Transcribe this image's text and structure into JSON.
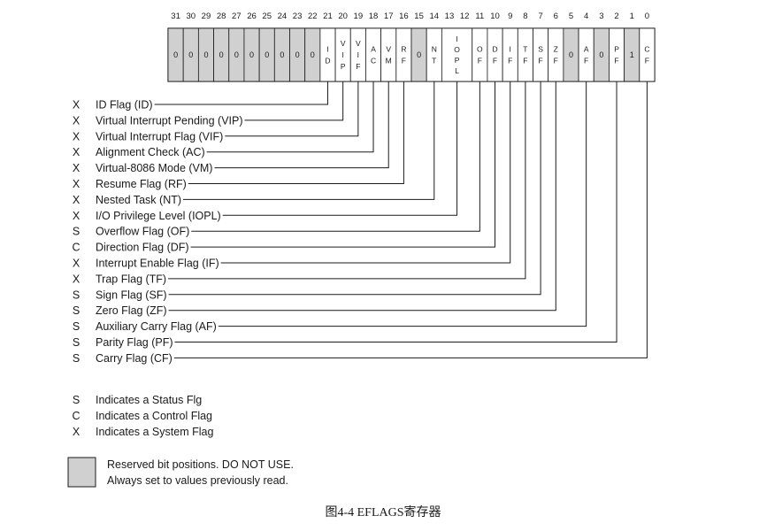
{
  "register": {
    "bit_numbers": [
      "31",
      "30",
      "29",
      "28",
      "27",
      "26",
      "25",
      "24",
      "23",
      "22",
      "21",
      "20",
      "19",
      "18",
      "17",
      "16",
      "15",
      "14",
      "13",
      "12",
      "11",
      "10",
      "9",
      "8",
      "7",
      "6",
      "5",
      "4",
      "3",
      "2",
      "1",
      "0"
    ],
    "cells": [
      {
        "bits": [
          31
        ],
        "text": [
          "0"
        ],
        "reserved": true
      },
      {
        "bits": [
          30
        ],
        "text": [
          "0"
        ],
        "reserved": true
      },
      {
        "bits": [
          29
        ],
        "text": [
          "0"
        ],
        "reserved": true
      },
      {
        "bits": [
          28
        ],
        "text": [
          "0"
        ],
        "reserved": true
      },
      {
        "bits": [
          27
        ],
        "text": [
          "0"
        ],
        "reserved": true
      },
      {
        "bits": [
          26
        ],
        "text": [
          "0"
        ],
        "reserved": true
      },
      {
        "bits": [
          25
        ],
        "text": [
          "0"
        ],
        "reserved": true
      },
      {
        "bits": [
          24
        ],
        "text": [
          "0"
        ],
        "reserved": true
      },
      {
        "bits": [
          23
        ],
        "text": [
          "0"
        ],
        "reserved": true
      },
      {
        "bits": [
          22
        ],
        "text": [
          "0"
        ],
        "reserved": true
      },
      {
        "bits": [
          21
        ],
        "text": [
          "I",
          "D"
        ],
        "reserved": false
      },
      {
        "bits": [
          20
        ],
        "text": [
          "V",
          "I",
          "P"
        ],
        "reserved": false
      },
      {
        "bits": [
          19
        ],
        "text": [
          "V",
          "I",
          "F"
        ],
        "reserved": false
      },
      {
        "bits": [
          18
        ],
        "text": [
          "A",
          "C"
        ],
        "reserved": false
      },
      {
        "bits": [
          17
        ],
        "text": [
          "V",
          "M"
        ],
        "reserved": false
      },
      {
        "bits": [
          16
        ],
        "text": [
          "R",
          "F"
        ],
        "reserved": false
      },
      {
        "bits": [
          15
        ],
        "text": [
          "0"
        ],
        "reserved": true
      },
      {
        "bits": [
          14
        ],
        "text": [
          "N",
          "T"
        ],
        "reserved": false
      },
      {
        "bits": [
          13,
          12
        ],
        "text": [
          "I",
          "O",
          "P",
          "L"
        ],
        "reserved": false
      },
      {
        "bits": [
          11
        ],
        "text": [
          "O",
          "F"
        ],
        "reserved": false
      },
      {
        "bits": [
          10
        ],
        "text": [
          "D",
          "F"
        ],
        "reserved": false
      },
      {
        "bits": [
          9
        ],
        "text": [
          "I",
          "F"
        ],
        "reserved": false
      },
      {
        "bits": [
          8
        ],
        "text": [
          "T",
          "F"
        ],
        "reserved": false
      },
      {
        "bits": [
          7
        ],
        "text": [
          "S",
          "F"
        ],
        "reserved": false
      },
      {
        "bits": [
          6
        ],
        "text": [
          "Z",
          "F"
        ],
        "reserved": false
      },
      {
        "bits": [
          5
        ],
        "text": [
          "0"
        ],
        "reserved": true
      },
      {
        "bits": [
          4
        ],
        "text": [
          "A",
          "F"
        ],
        "reserved": false
      },
      {
        "bits": [
          3
        ],
        "text": [
          "0"
        ],
        "reserved": true
      },
      {
        "bits": [
          2
        ],
        "text": [
          "P",
          "F"
        ],
        "reserved": false
      },
      {
        "bits": [
          1
        ],
        "text": [
          "1"
        ],
        "reserved": true
      },
      {
        "bits": [
          0
        ],
        "text": [
          "C",
          "F"
        ],
        "reserved": false
      }
    ]
  },
  "flags": [
    {
      "type": "X",
      "label": "ID Flag (ID)",
      "bit": 21
    },
    {
      "type": "X",
      "label": "Virtual Interrupt Pending (VIP)",
      "bit": 20
    },
    {
      "type": "X",
      "label": "Virtual Interrupt Flag (VIF)",
      "bit": 19
    },
    {
      "type": "X",
      "label": "Alignment Check (AC)",
      "bit": 18
    },
    {
      "type": "X",
      "label": "Virtual-8086 Mode (VM)",
      "bit": 17
    },
    {
      "type": "X",
      "label": "Resume Flag (RF)",
      "bit": 16
    },
    {
      "type": "X",
      "label": "Nested Task (NT)",
      "bit": 14
    },
    {
      "type": "X",
      "label": "I/O Privilege Level (IOPL)",
      "bit": 12.5
    },
    {
      "type": "S",
      "label": "Overflow Flag (OF)",
      "bit": 11
    },
    {
      "type": "C",
      "label": "Direction Flag (DF)",
      "bit": 10
    },
    {
      "type": "X",
      "label": "Interrupt Enable Flag (IF)",
      "bit": 9
    },
    {
      "type": "X",
      "label": "Trap Flag (TF)",
      "bit": 8
    },
    {
      "type": "S",
      "label": "Sign Flag (SF)",
      "bit": 7
    },
    {
      "type": "S",
      "label": "Zero Flag (ZF)",
      "bit": 6
    },
    {
      "type": "S",
      "label": "Auxiliary Carry Flag (AF)",
      "bit": 4
    },
    {
      "type": "S",
      "label": "Parity Flag (PF)",
      "bit": 2
    },
    {
      "type": "S",
      "label": "Carry Flag (CF)",
      "bit": 0
    }
  ],
  "legend": [
    {
      "code": "S",
      "text": "Indicates a Status Flg"
    },
    {
      "code": "C",
      "text": "Indicates a Control Flag"
    },
    {
      "code": "X",
      "text": "Indicates a System Flag"
    }
  ],
  "reserved_note": {
    "line1": "Reserved bit positions. DO NOT USE.",
    "line2": "Always set to values previously read."
  },
  "caption": "图4-4 EFLAGS寄存器",
  "colors": {
    "reserved_fill": "#d0d0d0",
    "cell_fill": "#ffffff",
    "line": "#1a1a1a"
  }
}
